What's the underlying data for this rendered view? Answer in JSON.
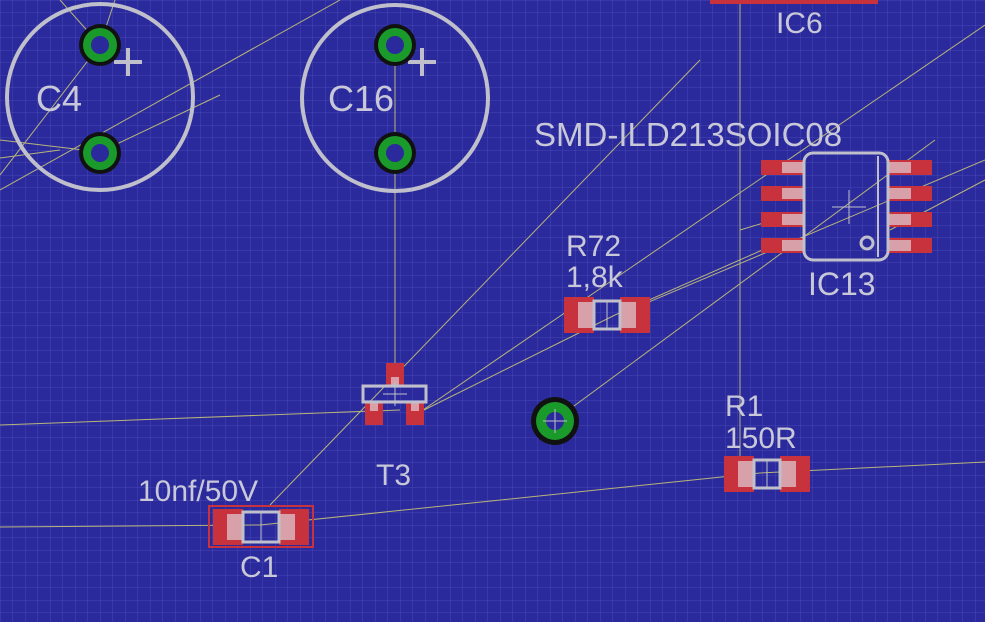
{
  "view": {
    "background": "#2a2a9c",
    "grid_color": "#4a4ab8",
    "silkscreen_color": "#c0c0cc",
    "pad_color": "#c8323c",
    "via_ring_color": "#1a9a2a",
    "airwire_color": "#b4b07a"
  },
  "components": {
    "c4": {
      "name": "C4"
    },
    "c16": {
      "name": "C16"
    },
    "ic6": {
      "name": "IC6"
    },
    "ic13": {
      "name": "IC13",
      "package": "SMD-ILD213SOIC08"
    },
    "r72": {
      "name": "R72",
      "value": "1,8k"
    },
    "r1": {
      "name": "R1",
      "value": "150R"
    },
    "t3": {
      "name": "T3"
    },
    "c1": {
      "name": "C1",
      "value": "10nf/50V"
    }
  }
}
